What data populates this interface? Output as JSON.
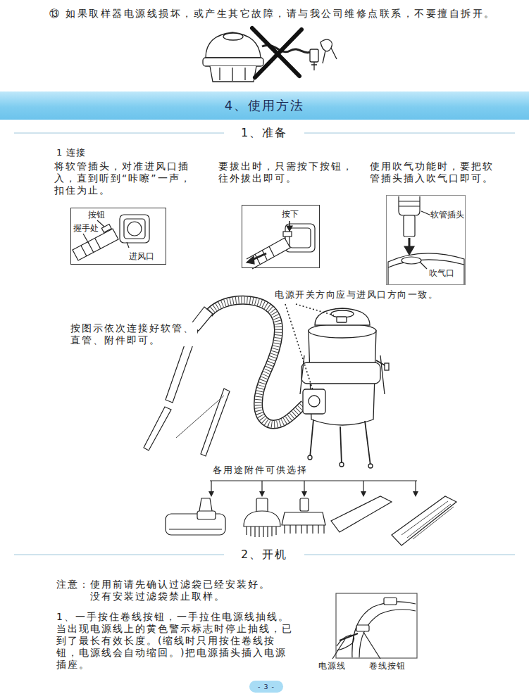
{
  "diagram": {
    "nodes": [
      {
        "text": [
          "4、使用方法"
        ]
      },
      {
        "text": [
          "按钮",
          "握手处",
          "进风口"
        ]
      },
      {
        "text": [
          "按下"
        ]
      },
      {
        "text": [
          "软管插头",
          "吹气口"
        ]
      },
      {
        "text": [
          "- 3 -"
        ]
      }
    ],
    "labels": [
      "⑬ 如果取样器电源线损坏，或产生其它故障，请与我公司维修点联系，不要擅自拆开。",
      "1、准备",
      "1 连接",
      "将软管插头，对准进风口插入，直到听到“咔嚓”一声，扣住为止。",
      "要拔出时，只需按下按钮，往外拔出即可。",
      "使用吹气功能时，要把软管插头插入吹气口即可。",
      "电源开关方向应与进风口方向一致。",
      "按图示依次连接好软管、直管、附件即可。",
      "各用途附件可供选择",
      "2、开机",
      "注意：使用前请先确认过滤袋已经安装好。 没有安装过滤袋禁止取样。",
      "1、一手按住卷线按钮，一手拉住电源线抽线。当出现电源线上的黄色警示标志时停止抽线，已到了最长有效长度。(缩线时只用按住卷线按钮，电源线会自动缩回。)把电源插头插入电源插座。",
      "电源线",
      "卷线按钮"
    ]
  }
}
